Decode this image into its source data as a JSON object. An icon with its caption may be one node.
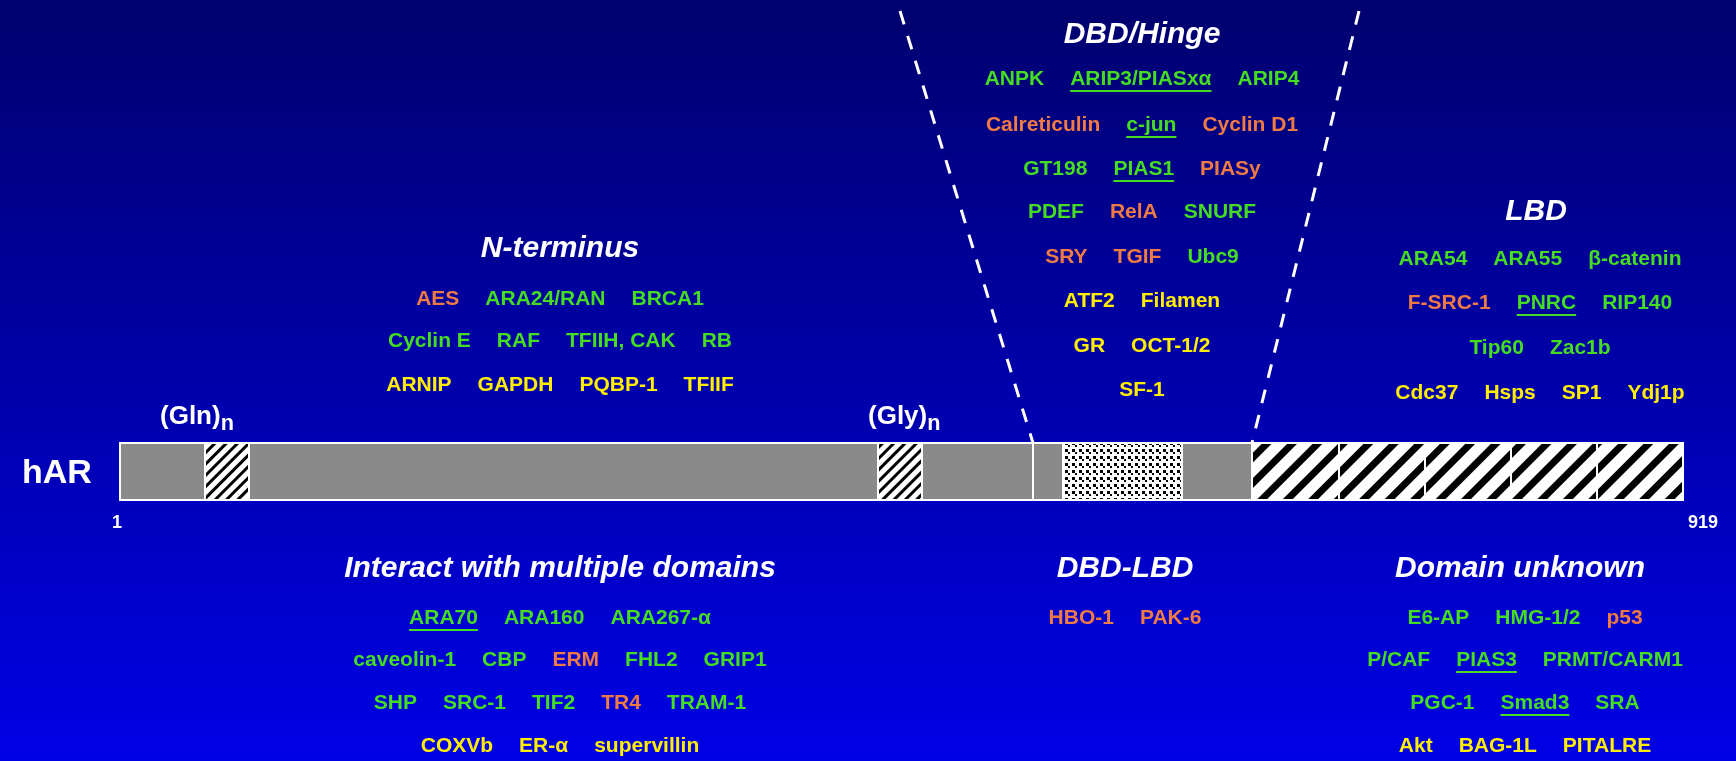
{
  "diagram": {
    "labels": [
      "DBD/Hinge",
      "ANPK",
      "ARIP3/PIASxα",
      "ARIP4",
      "Calreticulin",
      "c-jun",
      "Cyclin D1",
      "GT198",
      "PIAS1",
      "PIASy",
      "PDEF",
      "RelA",
      "SNURF",
      "SRY",
      "TGIF",
      "Ubc9",
      "ATF2",
      "Filamen",
      "GR",
      "OCT-1/2",
      "SF-1",
      "N-terminus",
      "AES",
      "ARA24/RAN",
      "BRCA1",
      "Cyclin E",
      "RAF",
      "TFIIH, CAK",
      "RB",
      "ARNIP",
      "GAPDH",
      "PQBP-1",
      "TFIIF",
      "LBD",
      "ARA54",
      "ARA55",
      "β-catenin",
      "F-SRC-1",
      "PNRC",
      "RIP140",
      "Tip60",
      "Zac1b",
      "Cdc37",
      "Hsps",
      "SP1",
      "Ydj1p",
      "(Gln)$_{n}$",
      "(Gly)$_{n}$",
      "hAR",
      "1",
      "919",
      "Interact with multiple domains",
      "ARA70",
      "ARA160",
      "ARA267-α",
      "caveolin-1",
      "CBP",
      "ERM",
      "FHL2",
      "GRIP1",
      "SHP",
      "SRC-1",
      "TIF2",
      "TR4",
      "TRAM-1",
      "COXVb",
      "ER-α",
      "supervillin",
      "DBD-LBD",
      "HBO-1",
      "PAK-6",
      "Domain unknown",
      "E6-AP",
      "HMG-1/2",
      "p53",
      "P/CAF",
      "PIAS3",
      "PRMT/CARM1",
      "PGC-1",
      "Smad3",
      "SRA",
      "Akt",
      "BAG-1L",
      "PITALRE"
    ]
  }
}
